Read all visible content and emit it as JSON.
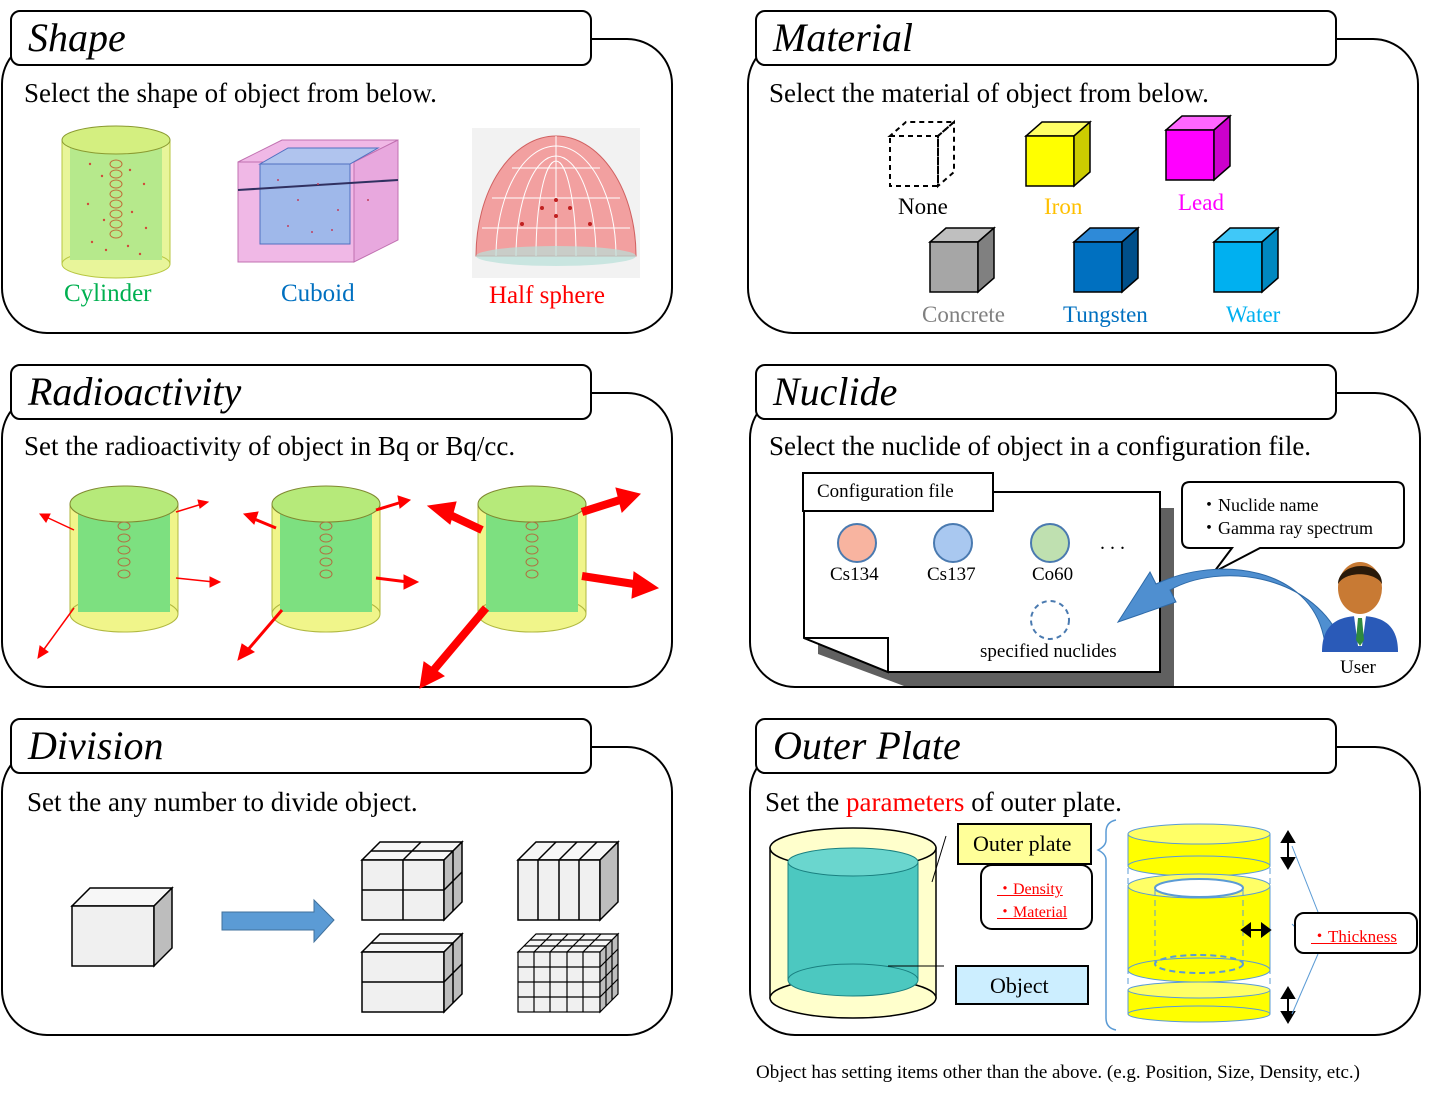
{
  "shape": {
    "title": "Shape",
    "description": "Select the shape of object from below.",
    "options": [
      {
        "label": "Cylinder",
        "color": "#00b050"
      },
      {
        "label": "Cuboid",
        "color": "#0070c0"
      },
      {
        "label": "Half sphere",
        "color": "#ff0000"
      }
    ]
  },
  "material": {
    "title": "Material",
    "description": "Select the material of object from below.",
    "options": [
      {
        "label": "None",
        "label_color": "#000000",
        "cube_color": "none"
      },
      {
        "label": "Iron",
        "label_color": "#ffc000",
        "cube_color": "#ffff00"
      },
      {
        "label": "Lead",
        "label_color": "#ff00ff",
        "cube_color": "#ff00ff"
      },
      {
        "label": "Concrete",
        "label_color": "#808080",
        "cube_color": "#a6a6a6"
      },
      {
        "label": "Tungsten",
        "label_color": "#0070c0",
        "cube_color": "#0070c0"
      },
      {
        "label": "Water",
        "label_color": "#00b0f0",
        "cube_color": "#00b0f0"
      }
    ]
  },
  "radioactivity": {
    "title": "Radioactivity",
    "description": "Set the radioactivity  of object in Bq or Bq/cc."
  },
  "nuclide": {
    "title": "Nuclide",
    "description": "Select the nuclide of object in a configuration  file.",
    "config_file_label": "Configuration file",
    "nuclides": [
      {
        "label": "Cs134",
        "color": "#f8b4a0"
      },
      {
        "label": "Cs137",
        "color": "#a9c8f0"
      },
      {
        "label": "Co60",
        "color": "#bfe0b0"
      }
    ],
    "ellipsis": ". . .",
    "specified_label": "specified nuclides",
    "callout_items": [
      "・Nuclide name",
      "・Gamma ray spectrum"
    ],
    "user_label": "User"
  },
  "division": {
    "title": "Division",
    "description": "Set the any number to divide object."
  },
  "outer_plate": {
    "title": "Outer Plate",
    "description_prefix": "Set the ",
    "description_highlight": "parameters",
    "description_suffix": "  of outer plate.",
    "outer_plate_label": "Outer plate",
    "properties": [
      "・Density",
      "・Material"
    ],
    "object_label": "Object",
    "thickness_label": "・Thickness"
  },
  "footnote": "Object has setting items other than the above. (e.g. Position, Size, Density, etc.)"
}
